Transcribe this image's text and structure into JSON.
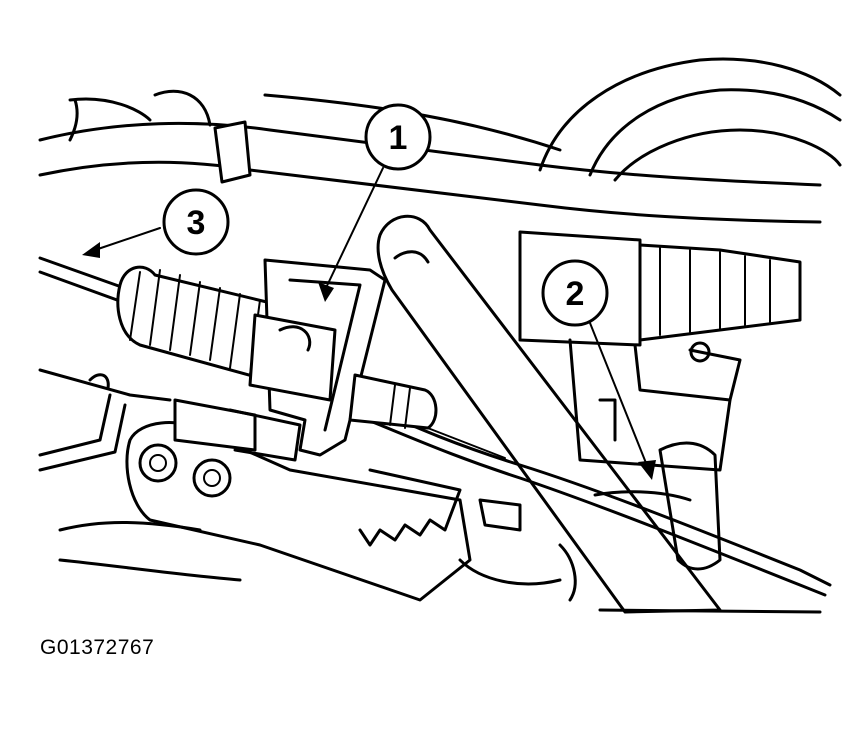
{
  "figure": {
    "id_code": "G01372767",
    "callouts": [
      {
        "label": "1"
      },
      {
        "label": "2"
      },
      {
        "label": "3"
      }
    ]
  }
}
